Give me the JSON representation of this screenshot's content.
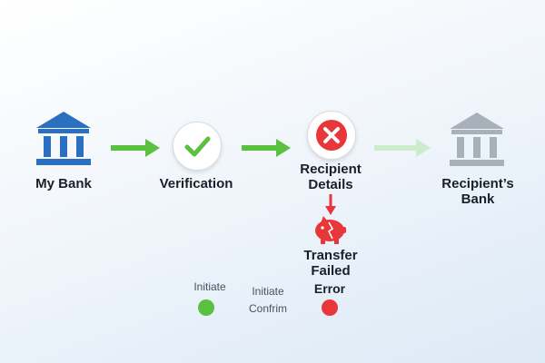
{
  "steps": {
    "my_bank": {
      "label": "My Bank"
    },
    "verification": {
      "label": "Verification"
    },
    "recipient_details": {
      "label_line1": "Recipient",
      "label_line2": "Details"
    },
    "recipients_bank": {
      "label_line1": "Recipient’s",
      "label_line2": "Bank"
    }
  },
  "failure": {
    "line1": "Transfer",
    "line2": "Failed"
  },
  "legend": {
    "initiate": "Initiate",
    "initiate_confirm_line1": "Initiate",
    "initiate_confirm_line2": "Confrim",
    "error": "Error"
  },
  "colors": {
    "bank_blue": "#2a6fc0",
    "success_green": "#5bbf3f",
    "error_red": "#e8373b",
    "disabled_gray": "#a8b0ba",
    "faded_arrow": "#cdeccc"
  },
  "icons": [
    "bank-icon",
    "check-icon",
    "x-icon",
    "piggy-bank-icon",
    "bank-icon-disabled"
  ]
}
